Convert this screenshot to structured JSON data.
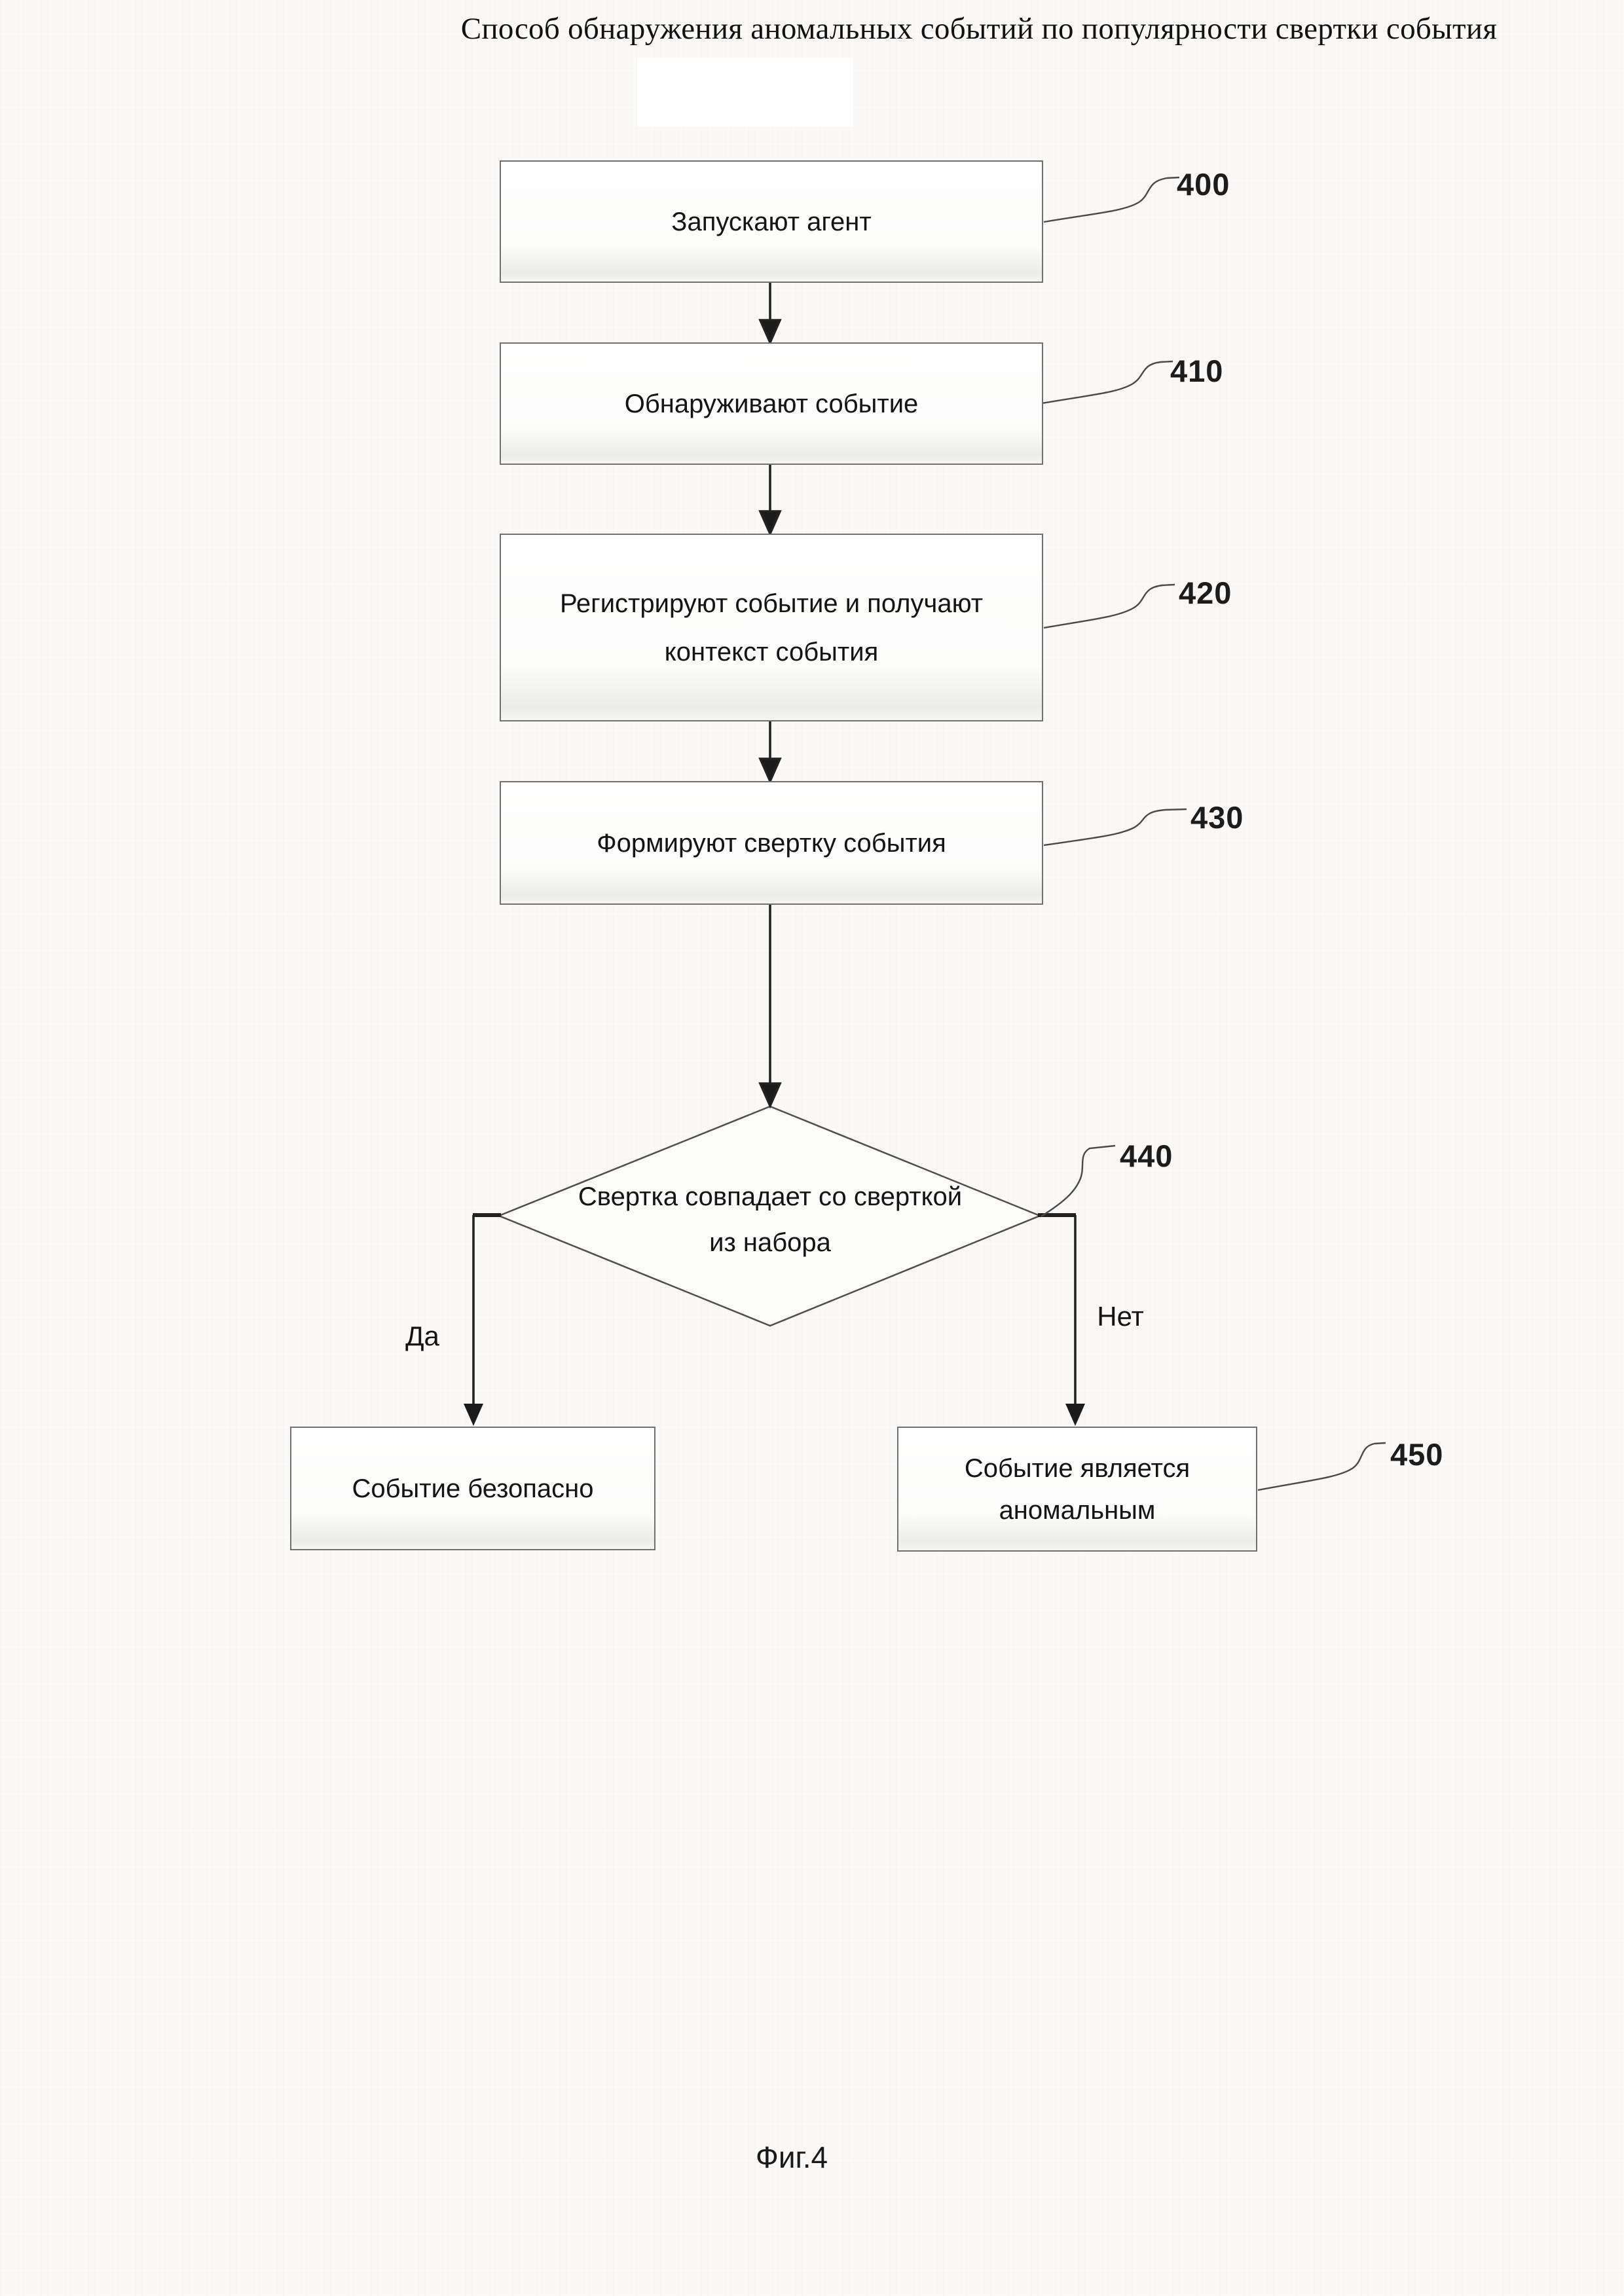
{
  "page": {
    "title": "Способ обнаружения аномальных событий по популярности свертки события",
    "caption": "Фиг.4"
  },
  "flow": {
    "step_400": {
      "ref": "400",
      "label": "Запускают агент"
    },
    "step_410": {
      "ref": "410",
      "label": "Обнаруживают событие"
    },
    "step_420": {
      "ref": "420",
      "line1": "Регистрируют событие и получают",
      "line2": "контекст события"
    },
    "step_430": {
      "ref": "430",
      "label": "Формируют свертку события"
    },
    "decision_440": {
      "ref": "440",
      "line1": "Свертка совпадает со",
      "line2": "сверткой из набора"
    },
    "branch_yes": "Да",
    "branch_no": "Нет",
    "outcome_safe": {
      "label": "Событие безопасно"
    },
    "outcome_450": {
      "ref": "450",
      "line1": "Событие является",
      "line2": "аномальным"
    }
  },
  "colors": {
    "arrow_line": "#222222",
    "box_border": "#707070",
    "leader_line": "#4a4a4a",
    "page_background": "#faf9f7",
    "text": "#141414"
  }
}
